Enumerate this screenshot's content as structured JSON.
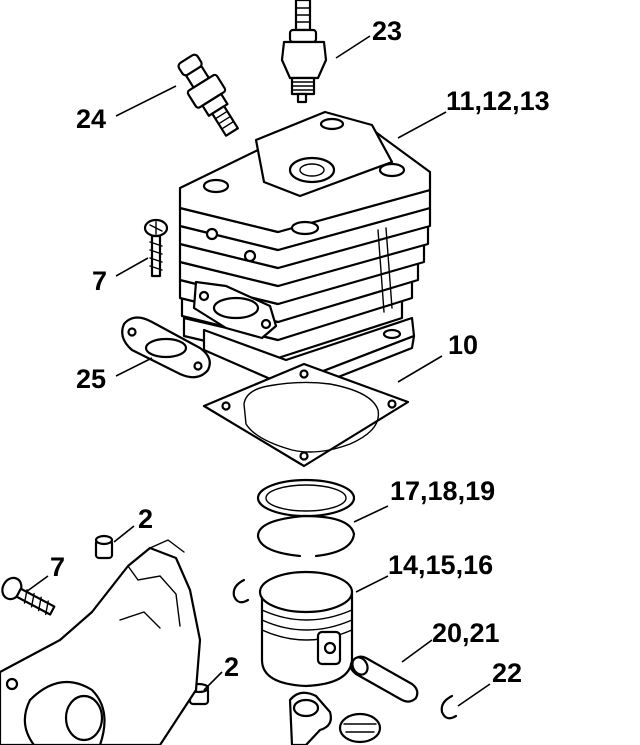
{
  "callouts": {
    "c23": "23",
    "c24": "24",
    "c11_12_13": "11,12,13",
    "c7_top": "7",
    "c10": "10",
    "c25": "25",
    "c17_18_19": "17,18,19",
    "c2_top": "2",
    "c7_bottom": "7",
    "c14_15_16": "14,15,16",
    "c20_21": "20,21",
    "c2_bottom": "2",
    "c22": "22"
  },
  "colors": {
    "line": "#000000",
    "background": "#ffffff"
  }
}
